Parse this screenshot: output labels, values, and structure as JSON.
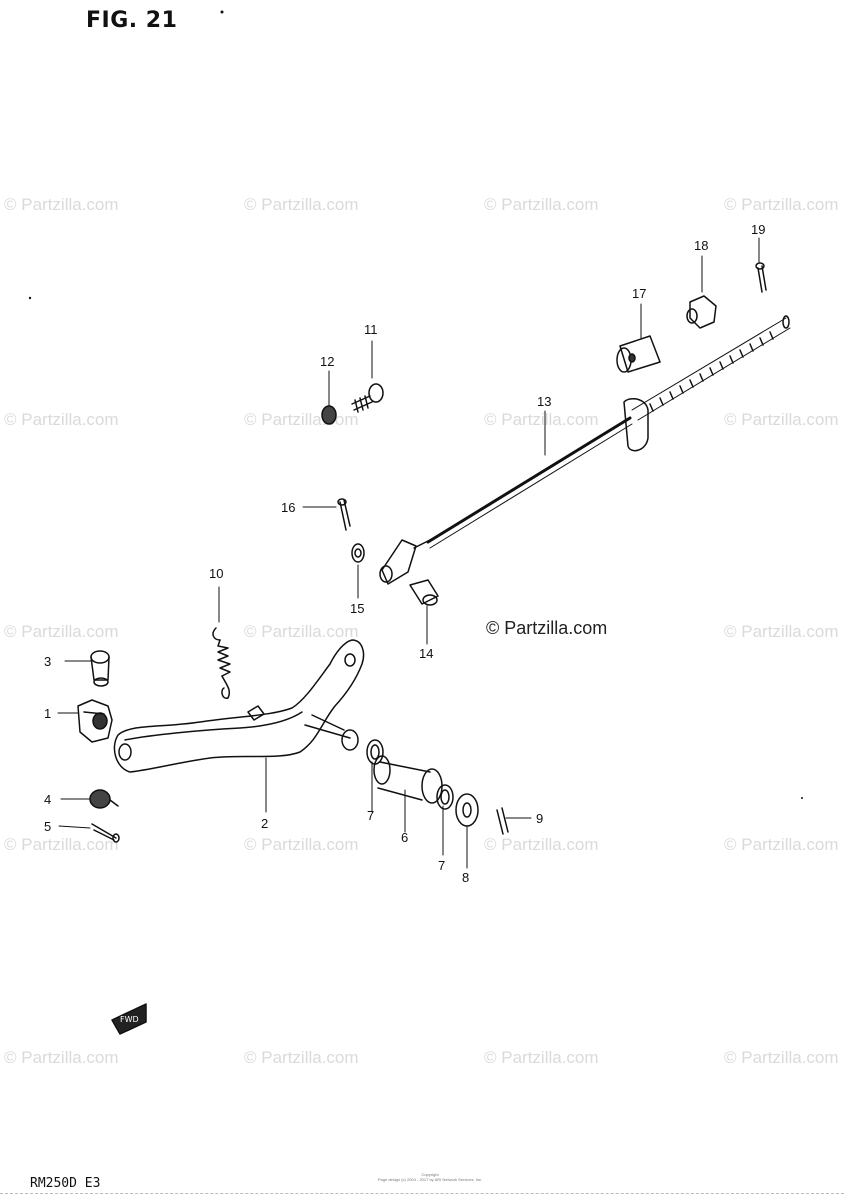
{
  "figure": {
    "title": "FIG. 21",
    "model": "RM250D E3",
    "fwd_arrow_label": "FWD",
    "copyright_lines": [
      "Copyright",
      "Page design (c) 2004 - 2017 by ARI Network Services, Inc."
    ]
  },
  "watermark": {
    "text": "© Partzilla.com",
    "center_text": "© Partzilla.com",
    "color": "#d8d8d8"
  },
  "callouts": {
    "c1": "1",
    "c2": "2",
    "c3": "3",
    "c4": "4",
    "c5": "5",
    "c6": "6",
    "c7a": "7",
    "c7b": "7",
    "c8": "8",
    "c9": "9",
    "c10": "10",
    "c11": "11",
    "c12": "12",
    "c13": "13",
    "c14": "14",
    "c15": "15",
    "c16": "16",
    "c17": "17",
    "c18": "18",
    "c19": "19"
  }
}
